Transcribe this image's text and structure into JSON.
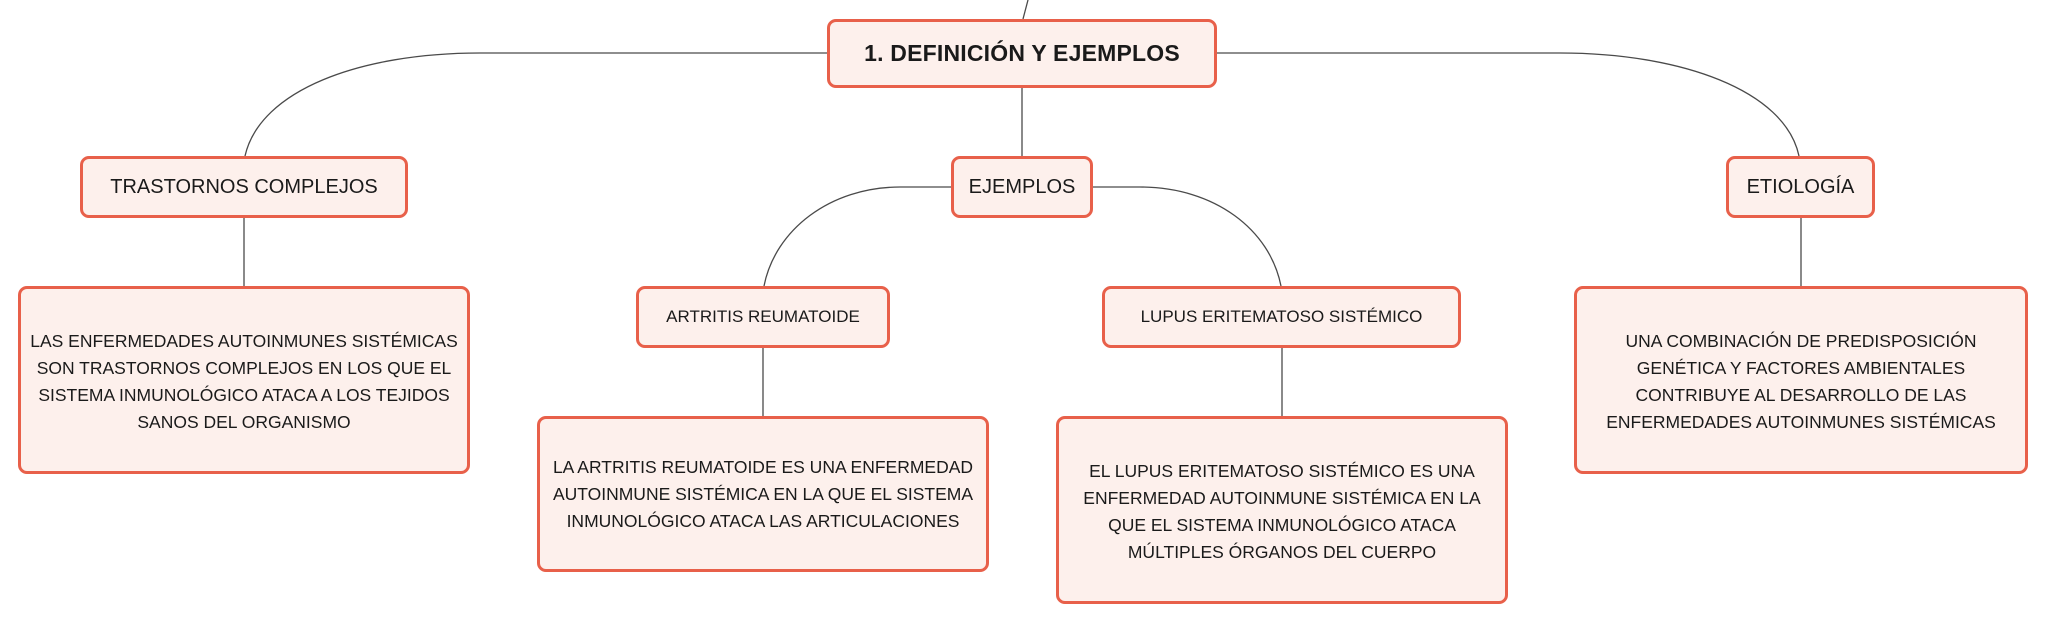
{
  "root": {
    "label": "1. DEFINICIÓN Y EJEMPLOS"
  },
  "topics": {
    "trastornos": {
      "label": "TRASTORNOS COMPLEJOS",
      "detail": "LAS ENFERMEDADES AUTOINMUNES SISTÉMICAS SON TRASTORNOS COMPLEJOS EN LOS QUE EL SISTEMA INMUNOLÓGICO ATACA A LOS TEJIDOS SANOS DEL ORGANISMO"
    },
    "ejemplos": {
      "label": "EJEMPLOS",
      "children": {
        "artritis": {
          "label": "ARTRITIS REUMATOIDE",
          "detail": "LA ARTRITIS REUMATOIDE ES UNA ENFERMEDAD AUTOINMUNE SISTÉMICA EN LA QUE EL SISTEMA INMUNOLÓGICO ATACA LAS ARTICULACIONES"
        },
        "lupus": {
          "label": "LUPUS ERITEMATOSO SISTÉMICO",
          "detail": "EL LUPUS ERITEMATOSO SISTÉMICO ES UNA ENFERMEDAD AUTOINMUNE SISTÉMICA EN LA QUE EL SISTEMA INMUNOLÓGICO ATACA MÚLTIPLES ÓRGANOS DEL CUERPO"
        }
      }
    },
    "etiologia": {
      "label": "ETIOLOGÍA",
      "detail": "UNA COMBINACIÓN DE PREDISPOSICIÓN GENÉTICA Y FACTORES AMBIENTALES CONTRIBUYE AL DESARROLLO DE LAS ENFERMEDADES AUTOINMUNES SISTÉMICAS"
    }
  },
  "colors": {
    "node_border": "#e8604a",
    "node_fill": "#fdf0ec",
    "connector": "#4a4a4a"
  }
}
